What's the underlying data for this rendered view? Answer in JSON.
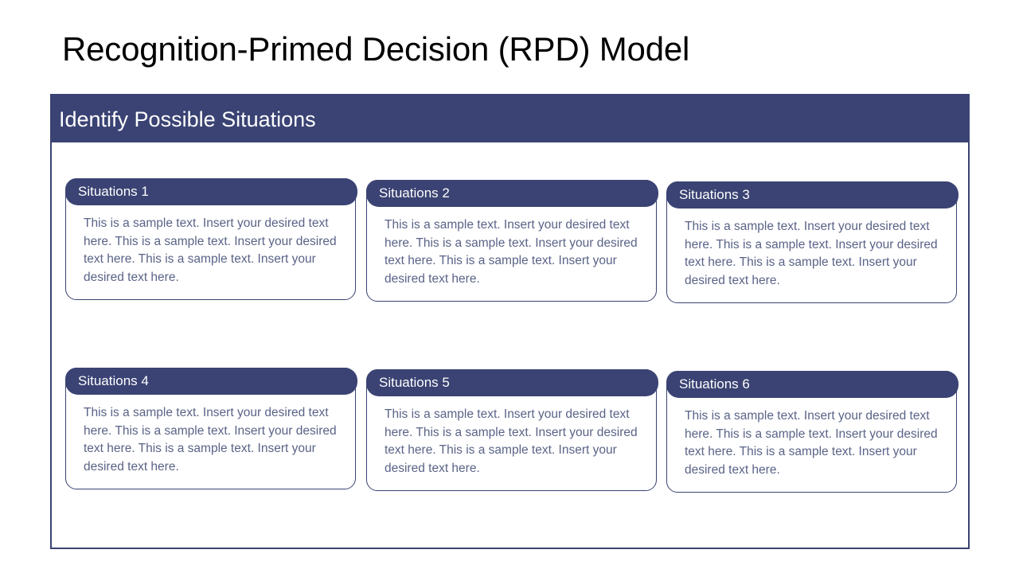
{
  "slide": {
    "title": "Recognition-Primed Decision (RPD) Model"
  },
  "panel": {
    "header_title": "Identify Possible Situations",
    "accent_color": "#3A4373",
    "body_text_color": "#5A6387",
    "header_text_color": "#FFFFFF",
    "background_color": "#FFFFFF"
  },
  "cards": [
    {
      "title": "Situations 1",
      "body": "This is a sample text. Insert your desired text here. This is a sample text. Insert your desired text here. This is a sample text. Insert your desired text here."
    },
    {
      "title": "Situations 2",
      "body": "This is a sample text. Insert your desired text here. This is a sample text. Insert your desired text here. This is a sample text. Insert your desired text here."
    },
    {
      "title": "Situations 3",
      "body": "This is a sample text. Insert your desired text here. This is a sample text. Insert your desired text here. This is a sample text. Insert your desired text here."
    },
    {
      "title": "Situations 4",
      "body": "This is a sample text. Insert your desired text here. This is a sample text. Insert your desired text here. This is a sample text. Insert your desired text here."
    },
    {
      "title": "Situations 5",
      "body": "This is a sample text. Insert your desired text here. This is a sample text. Insert your desired text here. This is a sample text. Insert your desired text here."
    },
    {
      "title": "Situations 6",
      "body": "This is a sample text. Insert your desired text here. This is a sample text. Insert your desired text here. This is a sample text. Insert your desired text here."
    }
  ]
}
